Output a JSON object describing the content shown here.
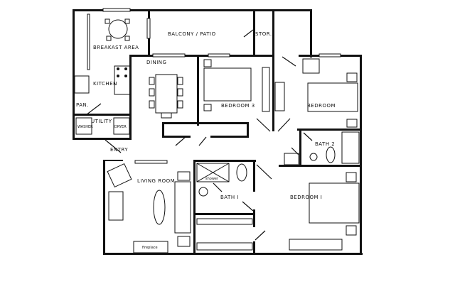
{
  "floorplan": {
    "rooms": {
      "breakfast_area": "BREAKAST AREA",
      "balcony_patio": "BALCONY / PATIO",
      "storage": "STOR.",
      "dining": "DINING",
      "kitchen": "KITCHEN",
      "bedroom3": "BEDROOM  3",
      "bedroom2": "BEDROOM",
      "pantry": "PAN.",
      "utility": "UTILITY",
      "washer": "WASHER",
      "dryer": "DRYER",
      "bath2": "BATH 2",
      "entry": "ENTRY",
      "shower": "shower",
      "living_room": "LIVING ROOM",
      "bath1": "BATH I",
      "bedroom1": "BEDROOM  I",
      "fireplace": "fireplace"
    },
    "colors": {
      "ink": "#111111",
      "paper": "#ffffff"
    }
  }
}
